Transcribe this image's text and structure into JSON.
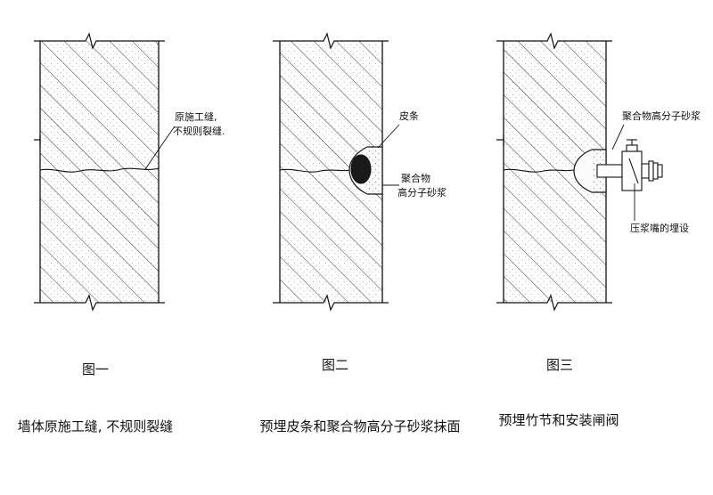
{
  "figures": [
    {
      "caption": "图一",
      "description": "墙体原施工缝, 不规则裂缝",
      "callouts": [
        "原施工缝,",
        "不规则裂缝."
      ]
    },
    {
      "caption": "图二",
      "description": "预埋皮条和聚合物高分子砂浆抹面",
      "callouts": [
        "皮条",
        "聚合物",
        "高分子砂浆"
      ]
    },
    {
      "caption": "图三",
      "description": "预埋竹节和安装闸阀",
      "callouts": [
        "聚合物高分子砂浆",
        "压浆嘴的埋设"
      ]
    }
  ]
}
